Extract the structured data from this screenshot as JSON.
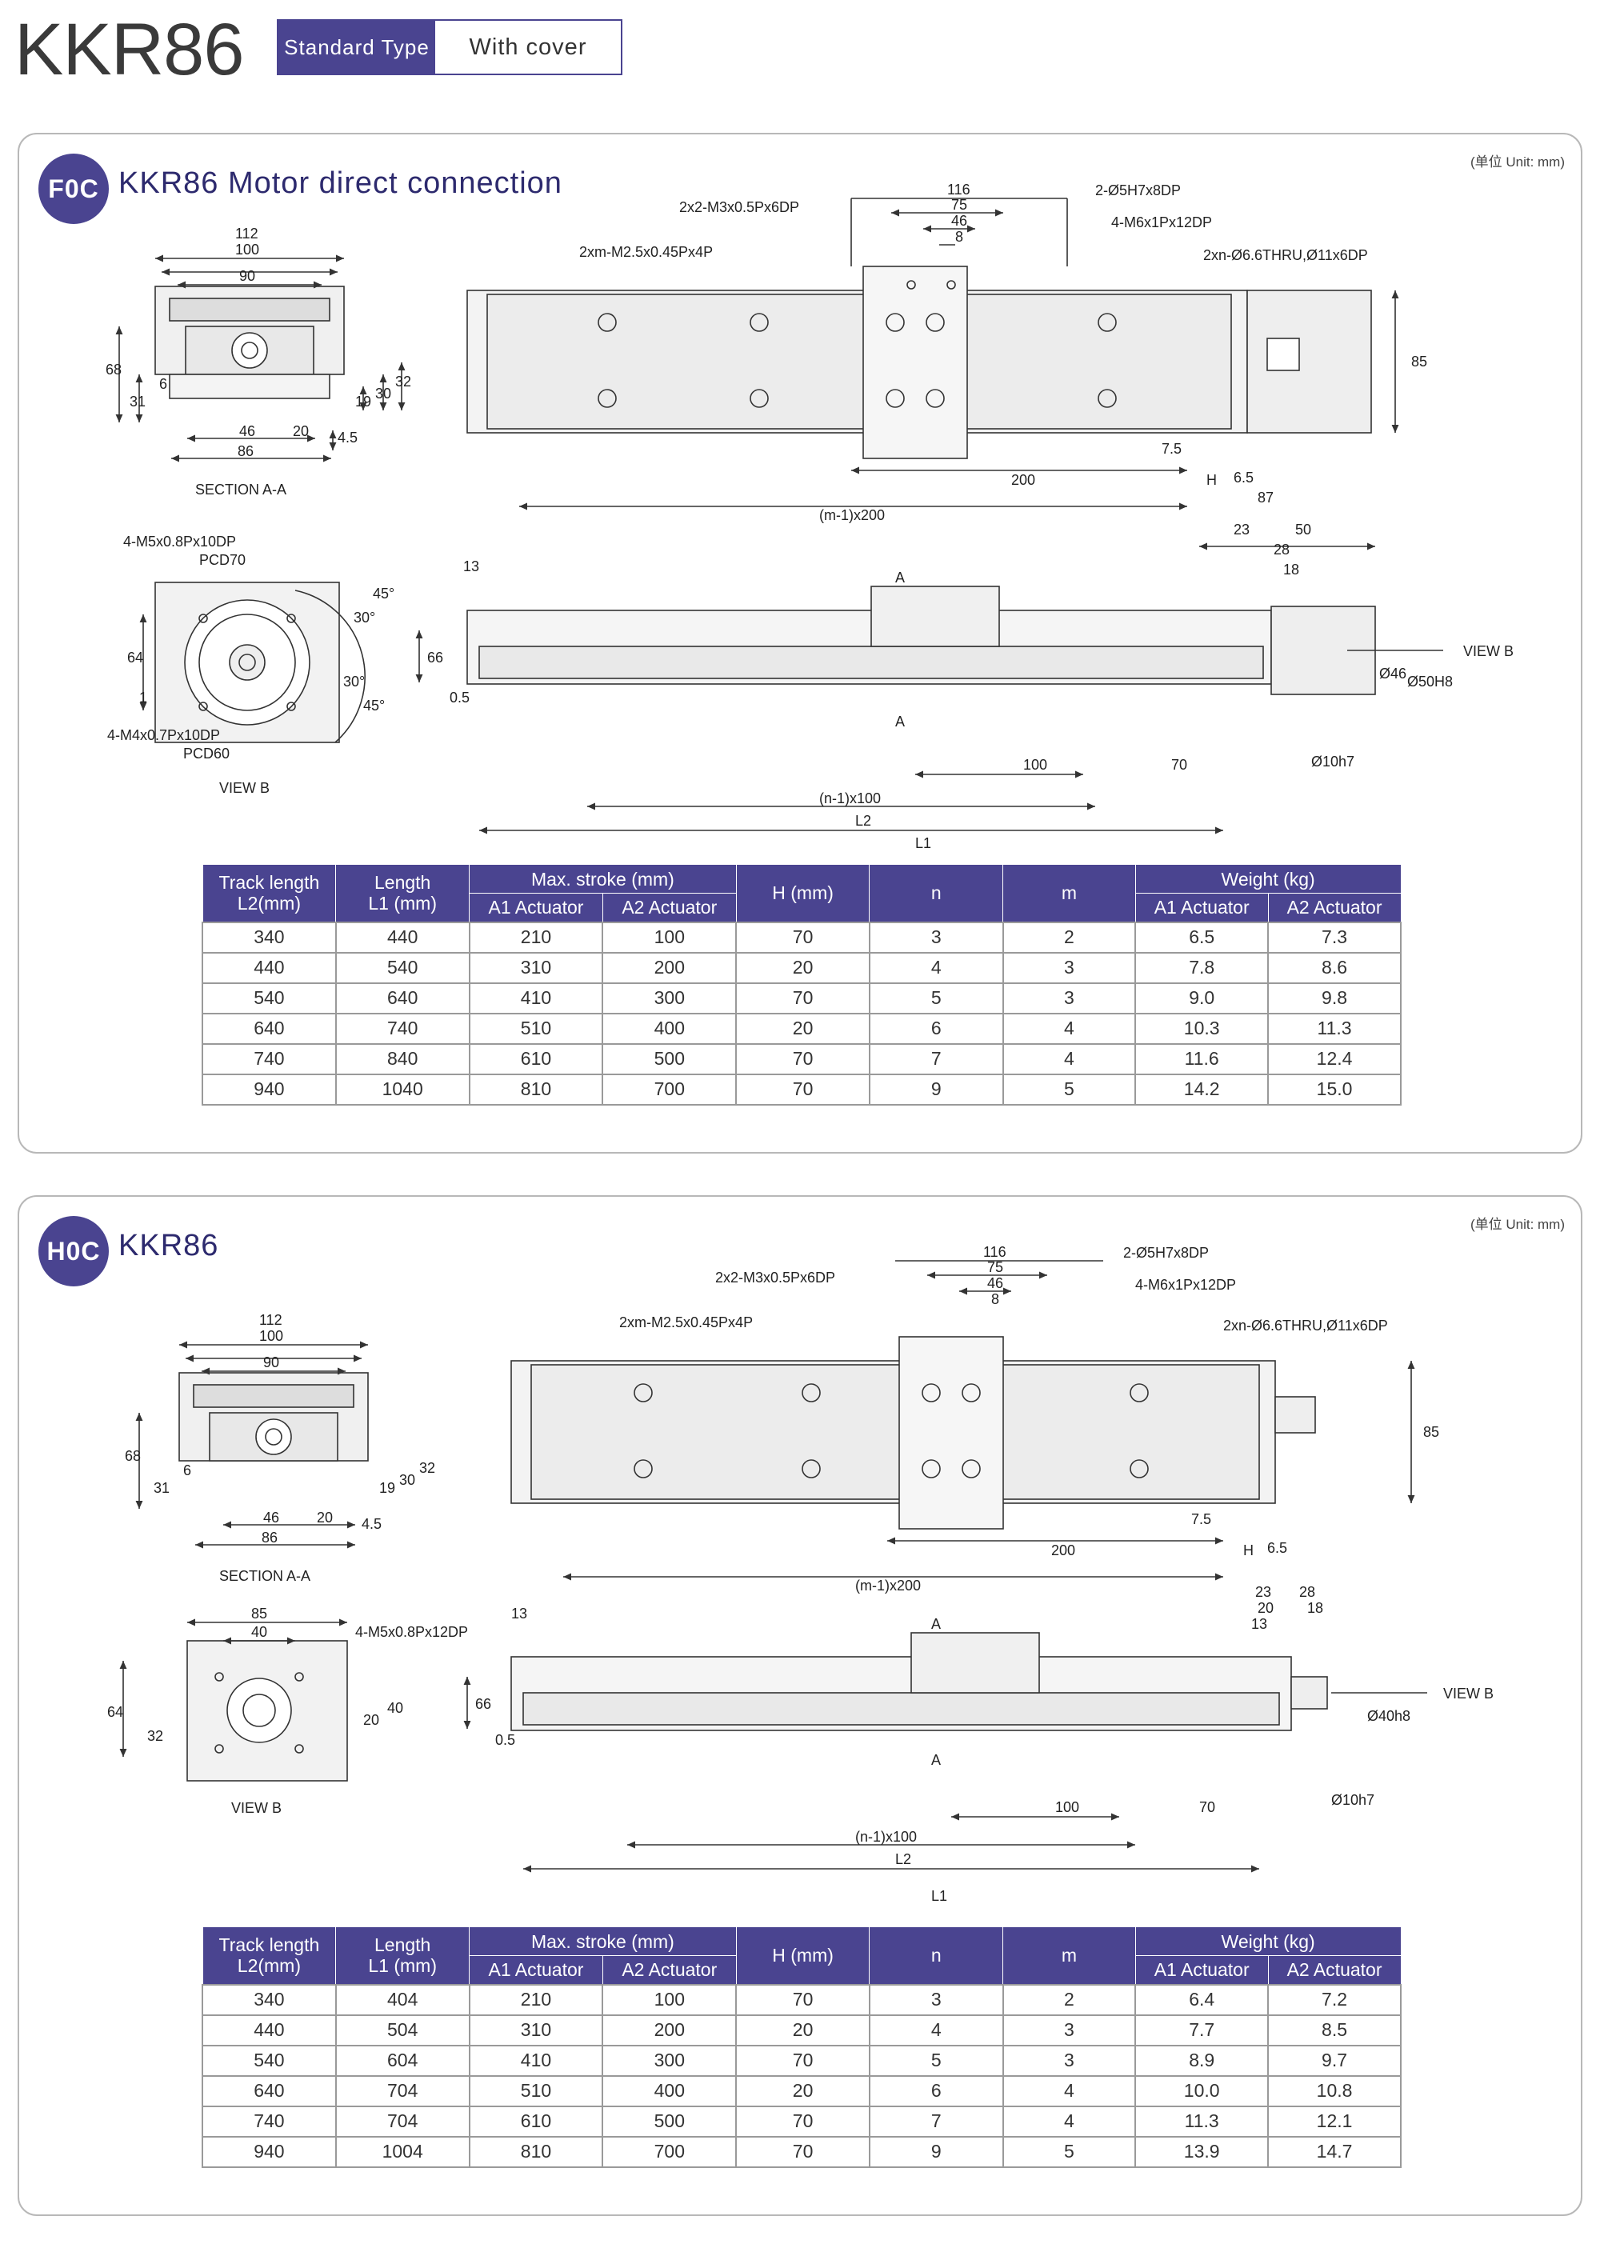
{
  "header": {
    "model": "KKR86",
    "type_label": "Standard Type",
    "cover_label": "With cover"
  },
  "colors": {
    "accent": "#4a4490",
    "border": "#b8b8b8"
  },
  "sections": [
    {
      "badge": "F0C",
      "title": "KKR86 Motor direct connection",
      "unit": "(单位 Unit: mm)",
      "drawing_labels": {
        "section_aa": "SECTION A-A",
        "view_b": "VIEW B",
        "view_b_arrow": "VIEW B",
        "sec_112": "112",
        "sec_100": "100",
        "sec_90": "90",
        "sec_68": "68",
        "sec_31": "31",
        "sec_6": "6",
        "sec_19": "19",
        "sec_30": "30",
        "sec_32": "32",
        "sec_46": "46",
        "sec_20": "20",
        "sec_45": "4.5",
        "sec_86": "86",
        "vb_note1": "4-M5x0.8Px10DP",
        "vb_note1b": "PCD70",
        "vb_note2": "4-M4x0.7Px10DP",
        "vb_note2b": "PCD60",
        "vb_64": "64",
        "vb_1": "1",
        "vb_45a": "45°",
        "vb_30a": "30°",
        "vb_30b": "30°",
        "vb_45b": "45°",
        "top_116": "116",
        "top_75": "75",
        "top_46": "46",
        "top_8": "8",
        "top_note1": "2x2-M3x0.5Px6DP",
        "top_note2": "2-Ø5H7x8DP",
        "top_note3": "4-M6x1Px12DP",
        "top_note4": "2xm-M2.5x0.45Px4P",
        "top_note5": "2xn-Ø6.6THRU,Ø11x6DP",
        "top_85": "85",
        "top_75b": "7.5",
        "top_200": "200",
        "top_h": "H",
        "top_65": "6.5",
        "top_m200": "(m-1)x200",
        "side_13": "13",
        "side_87": "87",
        "side_23": "23",
        "side_50": "50",
        "side_28": "28",
        "side_18": "18",
        "side_a1": "A",
        "side_a2": "A",
        "side_66": "66",
        "side_05": "0.5",
        "side_46": "Ø46",
        "side_50h8": "Ø50H8",
        "side_10h7": "Ø10h7",
        "side_100": "100",
        "side_70": "70",
        "side_n100": "(n-1)x100",
        "side_l2": "L2",
        "side_l1": "L1"
      },
      "table": {
        "headers": {
          "track": [
            "Track length",
            "L2(mm)"
          ],
          "length": [
            "Length",
            "L1 (mm)"
          ],
          "stroke": "Max. stroke (mm)",
          "a1": "A1 Actuator",
          "a2": "A2 Actuator",
          "h": "H (mm)",
          "n": "n",
          "m": "m",
          "weight": "Weight (kg)",
          "wa1": "A1 Actuator",
          "wa2": "A2 Actuator"
        },
        "rows": [
          [
            "340",
            "440",
            "210",
            "100",
            "70",
            "3",
            "2",
            "6.5",
            "7.3"
          ],
          [
            "440",
            "540",
            "310",
            "200",
            "20",
            "4",
            "3",
            "7.8",
            "8.6"
          ],
          [
            "540",
            "640",
            "410",
            "300",
            "70",
            "5",
            "3",
            "9.0",
            "9.8"
          ],
          [
            "640",
            "740",
            "510",
            "400",
            "20",
            "6",
            "4",
            "10.3",
            "11.3"
          ],
          [
            "740",
            "840",
            "610",
            "500",
            "70",
            "7",
            "4",
            "11.6",
            "12.4"
          ],
          [
            "940",
            "1040",
            "810",
            "700",
            "70",
            "9",
            "5",
            "14.2",
            "15.0"
          ]
        ]
      }
    },
    {
      "badge": "H0C",
      "title": "KKR86",
      "unit": "(单位 Unit: mm)",
      "drawing_labels": {
        "section_aa": "SECTION A-A",
        "view_b": "VIEW B",
        "view_b_arrow": "VIEW B",
        "sec_112": "112",
        "sec_100": "100",
        "sec_90": "90",
        "sec_68": "68",
        "sec_31": "31",
        "sec_6": "6",
        "sec_19": "19",
        "sec_30": "30",
        "sec_32": "32",
        "sec_46": "46",
        "sec_20": "20",
        "sec_45": "4.5",
        "sec_86": "86",
        "vb_85": "85",
        "vb_40": "40",
        "vb_note1": "4-M5x0.8Px12DP",
        "vb_64": "64",
        "vb_32": "32",
        "vb_20": "20",
        "vb_40b": "40",
        "top_116": "116",
        "top_75": "75",
        "top_46": "46",
        "top_8": "8",
        "top_note1": "2x2-M3x0.5Px6DP",
        "top_note2": "2-Ø5H7x8DP",
        "top_note3": "4-M6x1Px12DP",
        "top_note4": "2xm-M2.5x0.45Px4P",
        "top_note5": "2xn-Ø6.6THRU,Ø11x6DP",
        "top_85": "85",
        "top_75b": "7.5",
        "top_200": "200",
        "top_h": "H",
        "top_65": "6.5",
        "top_m200": "(m-1)x200",
        "side_13": "13",
        "side_23": "23",
        "side_28": "28",
        "side_20": "20",
        "side_18": "18",
        "side_13b": "13",
        "side_a1": "A",
        "side_a2": "A",
        "side_66": "66",
        "side_05": "0.5",
        "side_40h8": "Ø40h8",
        "side_10h7": "Ø10h7",
        "side_100": "100",
        "side_70": "70",
        "side_n100": "(n-1)x100",
        "side_l2": "L2",
        "side_l1": "L1"
      },
      "table": {
        "headers": {
          "track": [
            "Track length",
            "L2(mm)"
          ],
          "length": [
            "Length",
            "L1 (mm)"
          ],
          "stroke": "Max. stroke (mm)",
          "a1": "A1 Actuator",
          "a2": "A2 Actuator",
          "h": "H (mm)",
          "n": "n",
          "m": "m",
          "weight": "Weight (kg)",
          "wa1": "A1 Actuator",
          "wa2": "A2 Actuator"
        },
        "rows": [
          [
            "340",
            "404",
            "210",
            "100",
            "70",
            "3",
            "2",
            "6.4",
            "7.2"
          ],
          [
            "440",
            "504",
            "310",
            "200",
            "20",
            "4",
            "3",
            "7.7",
            "8.5"
          ],
          [
            "540",
            "604",
            "410",
            "300",
            "70",
            "5",
            "3",
            "8.9",
            "9.7"
          ],
          [
            "640",
            "704",
            "510",
            "400",
            "20",
            "6",
            "4",
            "10.0",
            "10.8"
          ],
          [
            "740",
            "704",
            "610",
            "500",
            "70",
            "7",
            "4",
            "11.3",
            "12.1"
          ],
          [
            "940",
            "1004",
            "810",
            "700",
            "70",
            "9",
            "5",
            "13.9",
            "14.7"
          ]
        ]
      }
    }
  ]
}
